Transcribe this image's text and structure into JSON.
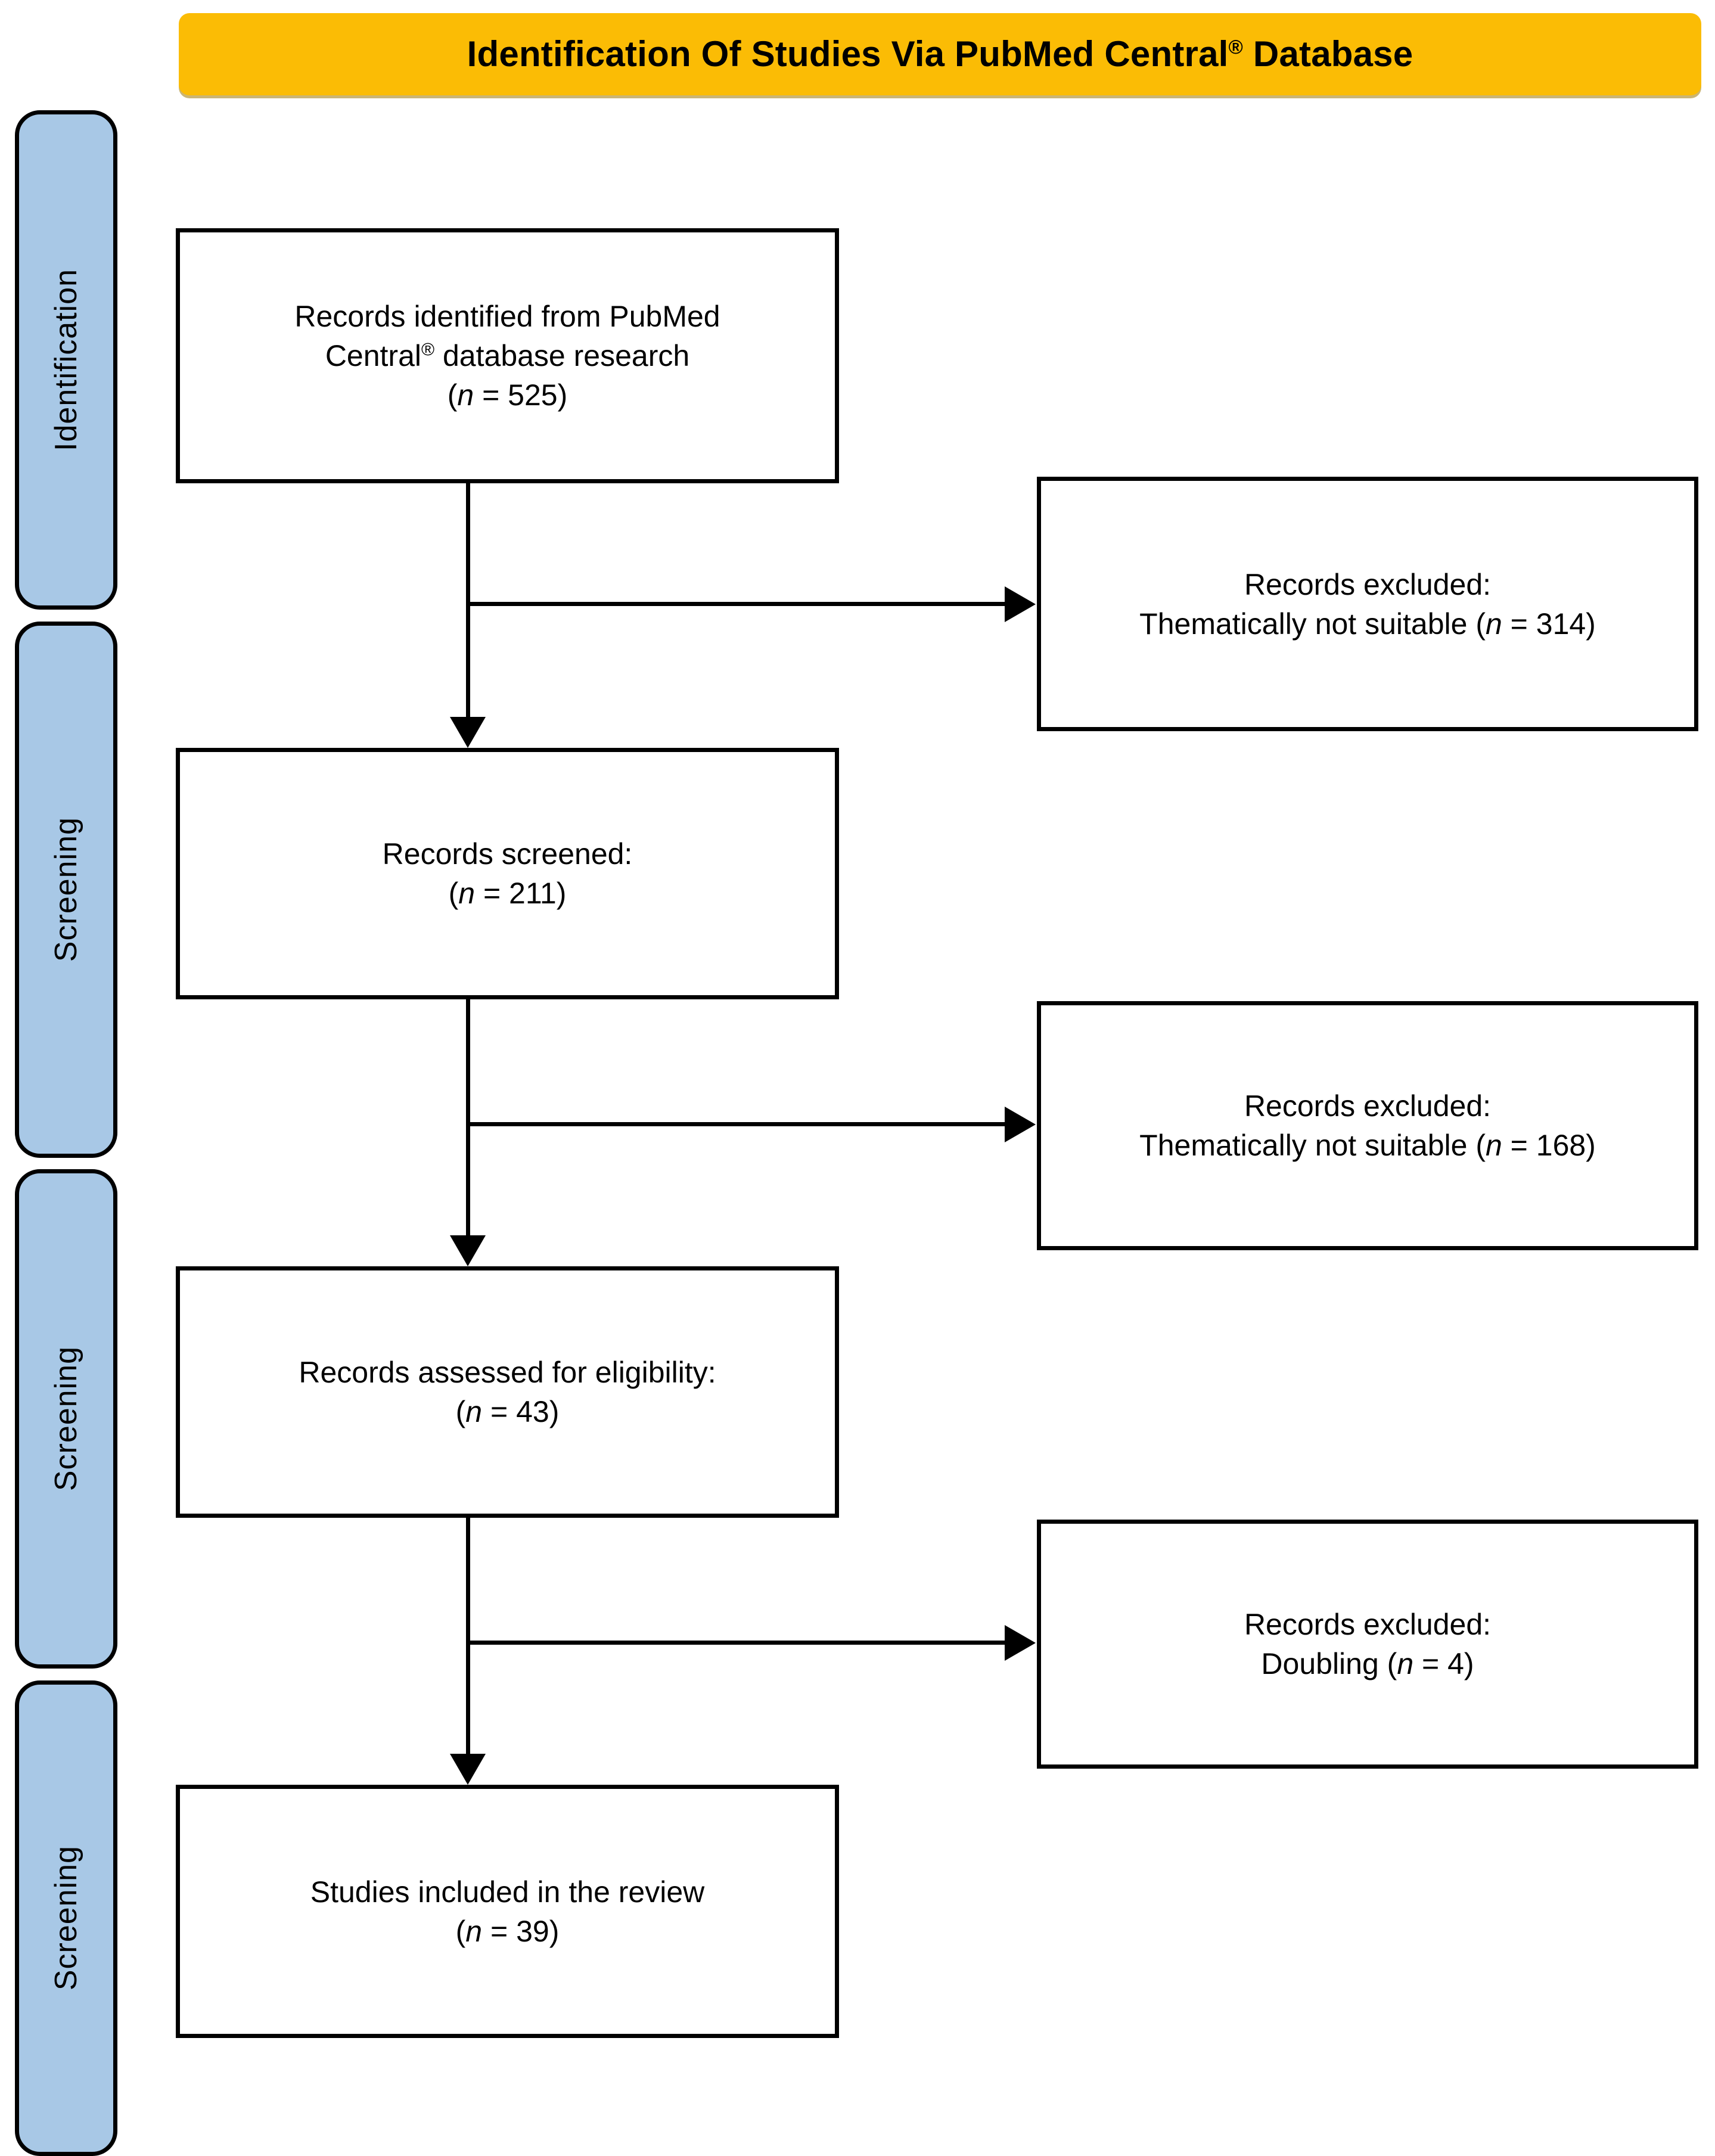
{
  "header": {
    "title_before": "Identification Of Studies Via PubMed Central",
    "title_sup": "®",
    "title_after": " Database",
    "title_full": "Identification Of Studies Via PubMed Central® Database",
    "background_color": "#FBBC05"
  },
  "sidebar": {
    "background_color": "#A8C8E6",
    "border_color": "#000000",
    "items": [
      {
        "label": "Identification"
      },
      {
        "label": "Screening"
      },
      {
        "label": "Screening"
      },
      {
        "label": "Screening"
      }
    ]
  },
  "flow": {
    "box_border_color": "#000000",
    "box_background": "#FFFFFF",
    "main_boxes": [
      {
        "name": "records-identified",
        "line1": "Records identified from PubMed",
        "line2_before": "Central",
        "line2_sup": "®",
        "line2_after": " database research",
        "line3_prefix": "(",
        "line3_italic_n": "n",
        "line3_suffix": " = 525)",
        "count": 525,
        "text": "Records identified from PubMed\nCentral® database research\n(n = 525)"
      },
      {
        "name": "records-screened",
        "line1": "Records screened:",
        "line2_prefix": "(",
        "line2_italic_n": "n",
        "line2_suffix": " = 211)",
        "count": 211,
        "text": "Records screened:\n(n = 211)"
      },
      {
        "name": "records-assessed-eligibility",
        "line1": "Records assessed for eligibility:",
        "line2_prefix": "(",
        "line2_italic_n": "n",
        "line2_suffix": " = 43)",
        "count": 43,
        "text": "Records assessed for eligibility:\n(n = 43)"
      },
      {
        "name": "studies-included",
        "line1": "Studies included in the review",
        "line2_prefix": "(",
        "line2_italic_n": "n",
        "line2_suffix": " = 39)",
        "count": 39,
        "text": "Studies included in the review\n(n = 39)"
      }
    ],
    "excluded_boxes": [
      {
        "name": "excluded-thematically-314",
        "line1": "Records excluded:",
        "line2_before": "Thematically  not suitable (",
        "line2_italic_n": "n",
        "line2_after": " = 314)",
        "reason": "Thematically not suitable",
        "count": 314,
        "text": "Records excluded:\nThematically  not suitable (n = 314)"
      },
      {
        "name": "excluded-thematically-168",
        "line1": "Records excluded:",
        "line2_before": "Thematically not suitable (",
        "line2_italic_n": "n",
        "line2_after": " = 168)",
        "reason": "Thematically not suitable",
        "count": 168,
        "text": "Records excluded:\nThematically not suitable (n = 168)"
      },
      {
        "name": "excluded-doubling-4",
        "line1": "Records excluded:",
        "line2_before": "Doubling (",
        "line2_italic_n": "n",
        "line2_after": " = 4)",
        "reason": "Doubling",
        "count": 4,
        "text": "Records excluded:\nDoubling (n = 4)"
      }
    ]
  },
  "chart_data": {
    "type": "diagram",
    "title": "Identification Of Studies Via PubMed Central® Database",
    "diagram_kind": "PRISMA flow diagram",
    "stages": [
      "Identification",
      "Screening",
      "Screening",
      "Screening"
    ],
    "nodes": [
      {
        "id": "identified",
        "label": "Records identified from PubMed Central® database research",
        "n": 525,
        "stage": "Identification"
      },
      {
        "id": "excluded1",
        "label": "Records excluded: Thematically not suitable",
        "n": 314,
        "stage": "Screening"
      },
      {
        "id": "screened",
        "label": "Records screened",
        "n": 211,
        "stage": "Screening"
      },
      {
        "id": "excluded2",
        "label": "Records excluded: Thematically not suitable",
        "n": 168,
        "stage": "Screening"
      },
      {
        "id": "eligible",
        "label": "Records assessed for eligibility",
        "n": 43,
        "stage": "Screening"
      },
      {
        "id": "excluded3",
        "label": "Records excluded: Doubling",
        "n": 4,
        "stage": "Screening"
      },
      {
        "id": "included",
        "label": "Studies included in the review",
        "n": 39,
        "stage": "Screening"
      }
    ],
    "edges": [
      {
        "from": "identified",
        "to": "screened",
        "direction": "down"
      },
      {
        "from": "identified",
        "to": "excluded1",
        "direction": "right"
      },
      {
        "from": "screened",
        "to": "eligible",
        "direction": "down"
      },
      {
        "from": "screened",
        "to": "excluded2",
        "direction": "right"
      },
      {
        "from": "eligible",
        "to": "included",
        "direction": "down"
      },
      {
        "from": "eligible",
        "to": "excluded3",
        "direction": "right"
      }
    ]
  }
}
